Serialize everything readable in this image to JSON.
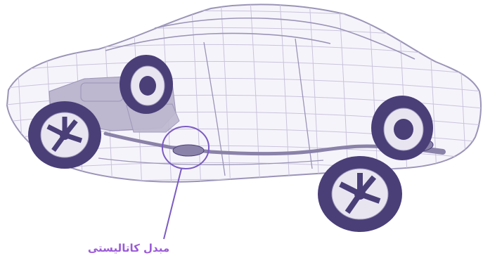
{
  "diagram": {
    "subject": "car-wireframe-exhaust-system",
    "callout": {
      "label": "مبدل کاتالیستی",
      "target": "catalytic-converter"
    }
  },
  "colors": {
    "wireframe": "#c9c3dc",
    "wireframe_dark": "#9b94b7",
    "body_fill": "#f6f4fb",
    "tire": "#4b3f78",
    "rim": "#e8e5f1",
    "engine": "#bdb7cf",
    "exhaust": "#8a82a8",
    "callout": "#7b5cc2",
    "label": "#9b5bd6"
  }
}
